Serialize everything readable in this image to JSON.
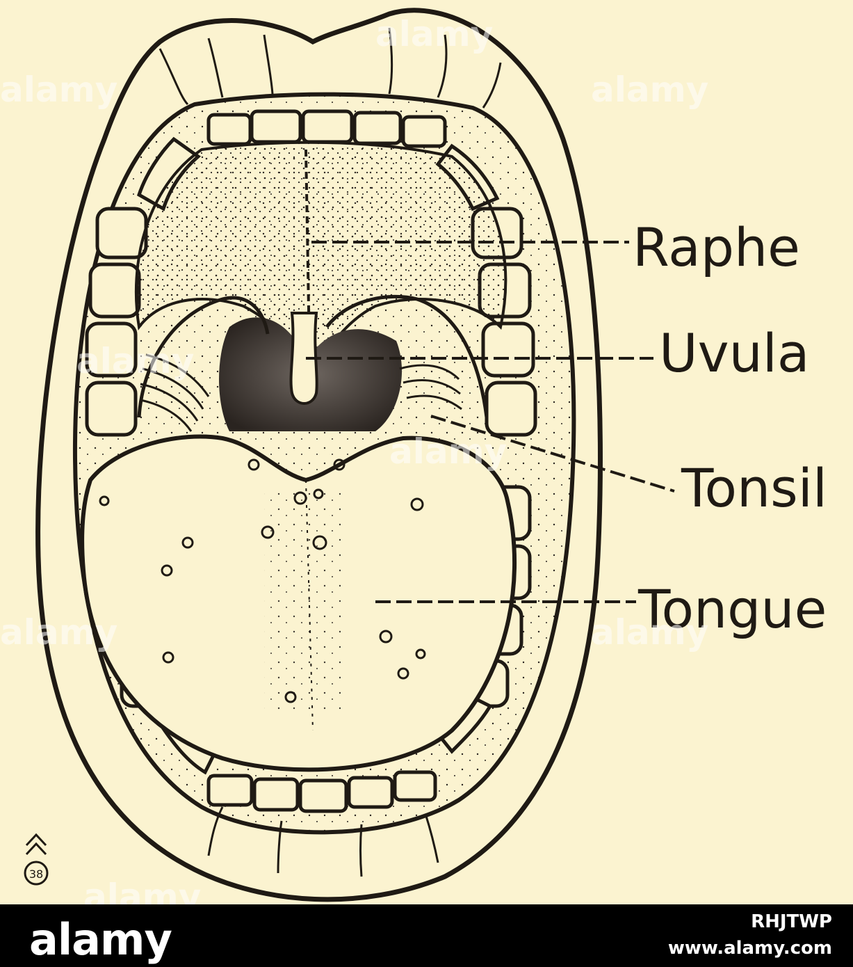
{
  "figure": {
    "labels": {
      "raphe": "Raphe",
      "uvula": "Uvula",
      "tonsil": "Tonsil",
      "tongue": "Tongue"
    },
    "mark": "38"
  },
  "watermark": {
    "text": "alamy"
  },
  "footer": {
    "logo": "alamy",
    "image_id": "RHJTWP",
    "url": "www.alamy.com"
  },
  "colors": {
    "paper": "#fbf3d0",
    "ink": "#1f1a14",
    "throat": "#2a2420",
    "footer_bg": "#000000",
    "footer_text": "#ffffff"
  }
}
